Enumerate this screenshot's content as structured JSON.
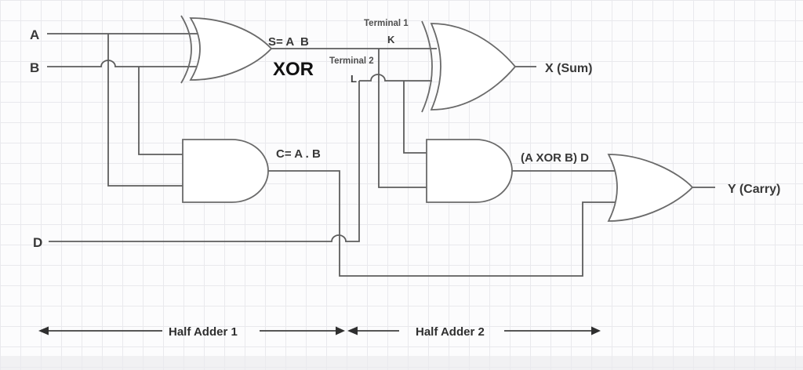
{
  "diagram": {
    "title": "Full adder built from two half adders",
    "inputs": {
      "a": "A",
      "b": "B",
      "d": "D"
    },
    "labels": {
      "sum_expr": "S= A  B",
      "xor_caption": "XOR",
      "carry_expr": "C= A . B",
      "and2_expr": "(A XOR B) D",
      "sum_out": "X (Sum)",
      "carry_out": "Y (Carry)"
    },
    "terminals": {
      "terminal1": "Terminal 1",
      "k": "K",
      "terminal2": "Terminal 2",
      "l": "L"
    },
    "sections": {
      "half_adder_1": "Half Adder 1",
      "half_adder_2": "Half Adder 2"
    },
    "colors": {
      "wire": "#5d5d5d",
      "text": "#383838",
      "grid": "#e9e9ed",
      "background": "#fcfcfd"
    }
  }
}
